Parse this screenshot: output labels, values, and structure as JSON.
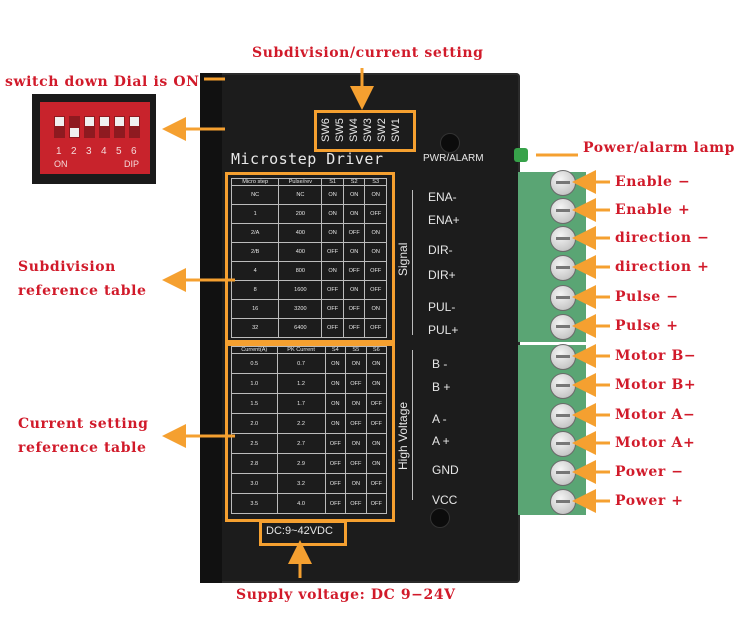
{
  "labels": {
    "subdivision_current_setting": "Subdivision/current setting",
    "switch_down": "switch down Dial is ON",
    "power_alarm_lamp": "Power/alarm lamp",
    "subdivision_table": "Subdivision reference table",
    "current_table": "Current setting reference table",
    "supply_voltage": "Supply voltage: DC 9−24V"
  },
  "terminals": [
    "Enable −",
    "Enable +",
    "direction −",
    "direction +",
    "Pulse −",
    "Pulse +",
    "Motor B−",
    "Motor B+",
    "Motor A−",
    "Motor A+",
    "Power −",
    "Power +"
  ],
  "driver": {
    "title": "Microstep Driver",
    "pwr_alarm": "PWR/ALARM",
    "dc_rating": "DC:9~42VDC",
    "switches": [
      "SW6",
      "SW5",
      "SW4",
      "SW3",
      "SW2",
      "SW1"
    ],
    "signal_label": "Signal",
    "high_voltage_label": "High Voltage",
    "signal_pins": [
      "ENA-",
      "ENA+",
      "DIR-",
      "DIR+",
      "PUL-",
      "PUL+"
    ],
    "hv_pins": [
      "B -",
      "B +",
      "A -",
      "A +",
      "GND",
      "VCC"
    ]
  },
  "dip_switch": {
    "numbers": [
      "1",
      "2",
      "3",
      "4",
      "5",
      "6"
    ],
    "on_label": "ON",
    "dip_label": "DIP"
  },
  "subdivision_table": {
    "headers": [
      "Micro step",
      "Pulse/rev",
      "S1",
      "S2",
      "S3"
    ],
    "rows": [
      [
        "NC",
        "NC",
        "ON",
        "ON",
        "ON"
      ],
      [
        "1",
        "200",
        "ON",
        "ON",
        "OFF"
      ],
      [
        "2/A",
        "400",
        "ON",
        "OFF",
        "ON"
      ],
      [
        "2/B",
        "400",
        "OFF",
        "ON",
        "ON"
      ],
      [
        "4",
        "800",
        "ON",
        "OFF",
        "OFF"
      ],
      [
        "8",
        "1600",
        "OFF",
        "ON",
        "OFF"
      ],
      [
        "16",
        "3200",
        "OFF",
        "OFF",
        "ON"
      ],
      [
        "32",
        "6400",
        "OFF",
        "OFF",
        "OFF"
      ]
    ]
  },
  "current_table": {
    "headers": [
      "Current(A)",
      "PK Current",
      "S4",
      "S5",
      "S6"
    ],
    "rows": [
      [
        "0.5",
        "0.7",
        "ON",
        "ON",
        "ON"
      ],
      [
        "1.0",
        "1.2",
        "ON",
        "OFF",
        "ON"
      ],
      [
        "1.5",
        "1.7",
        "ON",
        "ON",
        "OFF"
      ],
      [
        "2.0",
        "2.2",
        "ON",
        "OFF",
        "OFF"
      ],
      [
        "2.5",
        "2.7",
        "OFF",
        "ON",
        "ON"
      ],
      [
        "2.8",
        "2.9",
        "OFF",
        "OFF",
        "ON"
      ],
      [
        "3.0",
        "3.2",
        "OFF",
        "ON",
        "OFF"
      ],
      [
        "3.5",
        "4.0",
        "OFF",
        "OFF",
        "OFF"
      ]
    ]
  },
  "colors": {
    "label_red": "#d11a2a",
    "arrow_orange": "#f5a030",
    "driver_black": "#1c1c1c",
    "terminal_green": "#5aa574"
  }
}
